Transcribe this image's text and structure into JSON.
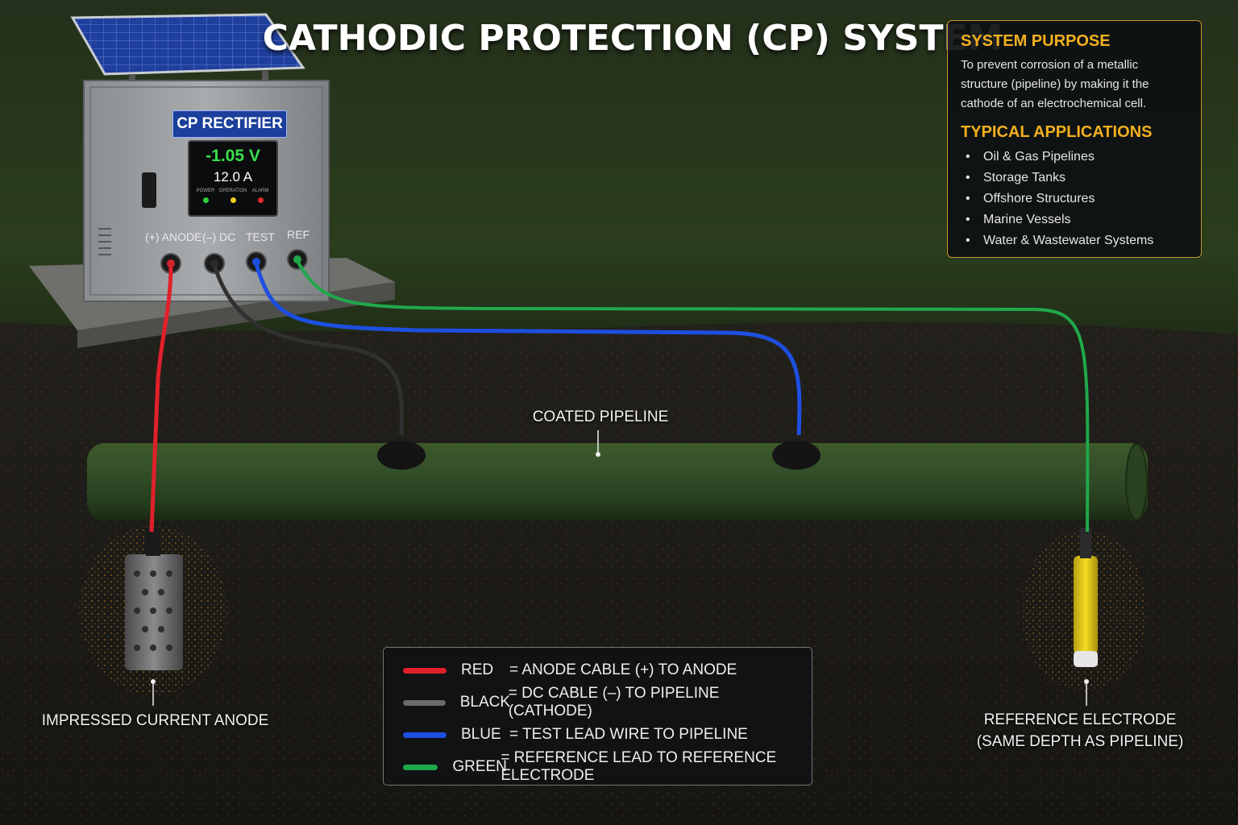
{
  "title": "CATHODIC PROTECTION (CP) SYSTEM",
  "rectifier": {
    "label": "CP RECTIFIER",
    "voltage": "-1.05 V",
    "current": "12.0 A",
    "indicators": [
      "POWER",
      "OPERATION",
      "ALARM"
    ],
    "indicator_colors": [
      "#2bd43a",
      "#f2d21b",
      "#e52a2a"
    ],
    "terminals": [
      "(+) ANODE",
      "(–) DC",
      "TEST",
      "REF"
    ]
  },
  "info_panel": {
    "purpose_heading": "SYSTEM PURPOSE",
    "purpose_text": "To prevent corrosion of a metallic structure (pipeline) by making it the cathode of an electrochemical cell.",
    "applications_heading": "TYPICAL APPLICATIONS",
    "applications": [
      "Oil & Gas Pipelines",
      "Storage Tanks",
      "Offshore Structures",
      "Marine Vessels",
      "Water & Wastewater Systems"
    ]
  },
  "labels": {
    "pipeline": "COATED PIPELINE",
    "anode": "IMPRESSED CURRENT ANODE",
    "reference_line1": "REFERENCE ELECTRODE",
    "reference_line2": "(SAME DEPTH AS PIPELINE)"
  },
  "legend": [
    {
      "color_name": "RED",
      "description": "= ANODE CABLE (+) TO ANODE",
      "color": "#e0202a"
    },
    {
      "color_name": "BLACK",
      "description": "= DC CABLE (–) TO PIPELINE (CATHODE)",
      "color": "#6a6a6a"
    },
    {
      "color_name": "BLUE",
      "description": "= TEST LEAD WIRE TO PIPELINE",
      "color": "#1d4fe0"
    },
    {
      "color_name": "GREEN",
      "description": "= REFERENCE LEAD TO REFERENCE ELECTRODE",
      "color": "#1fa84a"
    }
  ],
  "colors": {
    "accent": "#f2b01e",
    "pipeline": "#2f4a22",
    "grass": "#263a1a",
    "soil": "#1c1b18",
    "electrode": "#e8cf1a"
  }
}
